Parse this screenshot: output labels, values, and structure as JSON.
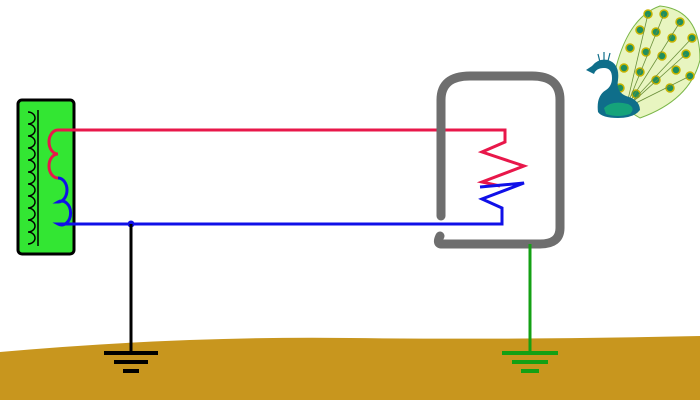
{
  "diagram": {
    "description_visible_text": "",
    "colors": {
      "background": "#ffffff",
      "ground_soil": "#c8961e",
      "transformer_fill": "#33e633",
      "transformer_outline": "#000000",
      "coil": "#000000",
      "live_wire": "#e8174a",
      "neutral_wire": "#1010e8",
      "earth_wire_source": "#000000",
      "earth_wire_appliance": "#14a014",
      "appliance_casing": "#6e6e6e",
      "earth_symbol_source": "#000000",
      "earth_symbol_appliance": "#14a014"
    },
    "elements": {
      "transformer": "transformer-secondary-coil",
      "live_conductor": "live-wire",
      "neutral_conductor": "neutral-wire",
      "heating_element": "heater-element",
      "appliance_body": "metal-casing",
      "source_earth": "source-earth-connection",
      "appliance_earth": "appliance-earth-connection",
      "decoration": "peacock-icon"
    }
  }
}
